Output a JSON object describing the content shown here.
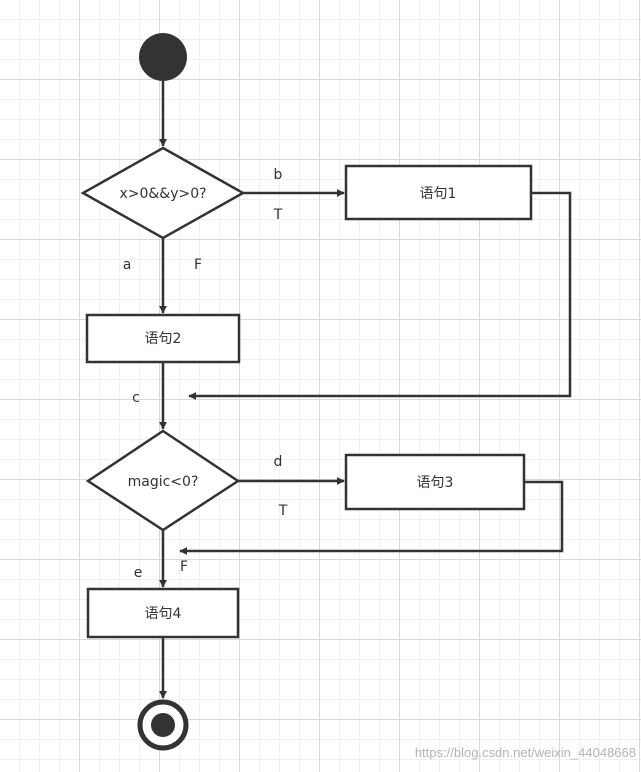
{
  "nodes": {
    "decision_1": "x>0&&y>0?",
    "statement_1": "语句1",
    "statement_2": "语句2",
    "decision_2": "magic<0?",
    "statement_3": "语句3",
    "statement_4": "语句4"
  },
  "edge_labels": {
    "b": "b",
    "t1": "T",
    "a": "a",
    "f1": "F",
    "c": "c",
    "d": "d",
    "t2": "T",
    "e": "e",
    "f2": "F"
  },
  "watermark": "https://blog.csdn.net/weixin_44048668",
  "colors": {
    "stroke": "#333333",
    "fill": "#ffffff",
    "text": "#333333",
    "grid": "#d9d9d9"
  }
}
